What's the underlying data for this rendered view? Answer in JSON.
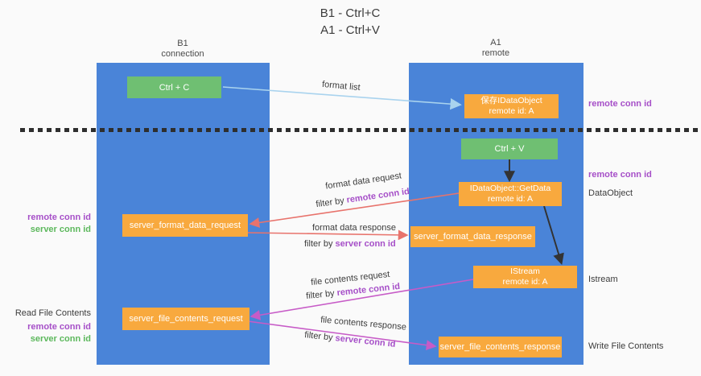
{
  "title": {
    "line1": "B1 - Ctrl+C",
    "line2": "A1 - Ctrl+V"
  },
  "columns": {
    "left": {
      "header_line1": "B1",
      "header_line2": "connection"
    },
    "right": {
      "header_line1": "A1",
      "header_line2": "remote"
    }
  },
  "boxes": {
    "ctrl_c": {
      "label": "Ctrl + C"
    },
    "saved_idataobject": {
      "line1": "保存IDataObject",
      "line2": "remote id: A"
    },
    "ctrl_v": {
      "label": "Ctrl + V"
    },
    "getdata": {
      "line1": "IDataObject::GetData",
      "line2": "remote id: A"
    },
    "format_request": {
      "label": "server_format_data_request"
    },
    "format_response": {
      "label": "server_format_data_response"
    },
    "istream": {
      "line1": "IStream",
      "line2": "remote id: A"
    },
    "file_request": {
      "label": "server_file_contents_request"
    },
    "file_response": {
      "label": "server_file_contents_response"
    }
  },
  "arrow_labels": {
    "format_list": "format list",
    "format_data_request": "format data request",
    "format_data_response": "format data response",
    "file_contents_request": "file contents request",
    "file_contents_response": "file contents response",
    "filter_by": "filter by ",
    "remote_conn_id": "remote conn id",
    "server_conn_id": "server conn id"
  },
  "side_labels": {
    "left": {
      "remote_conn_id": "remote conn id",
      "server_conn_id": "server conn id",
      "read_file_contents": "Read File Contents",
      "remote_conn_id2": "remote conn id",
      "server_conn_id2": "server conn id"
    },
    "right": {
      "remote_conn_id_top": "remote conn id",
      "remote_conn_id_mid": "remote conn id",
      "dataobject": "DataObject",
      "istream": "Istream",
      "write_file_contents": "Write File Contents"
    }
  },
  "colors": {
    "blue": "#4a84d8",
    "green": "#6fbf72",
    "orange": "#f8a93e",
    "purple": "#a64fc8",
    "greentext": "#5cb85c",
    "arrow_blue": "#a9d3ee",
    "arrow_salmon": "#e8736c",
    "arrow_magenta": "#c75bc7",
    "arrow_black": "#333333",
    "background": "#fafafa"
  }
}
